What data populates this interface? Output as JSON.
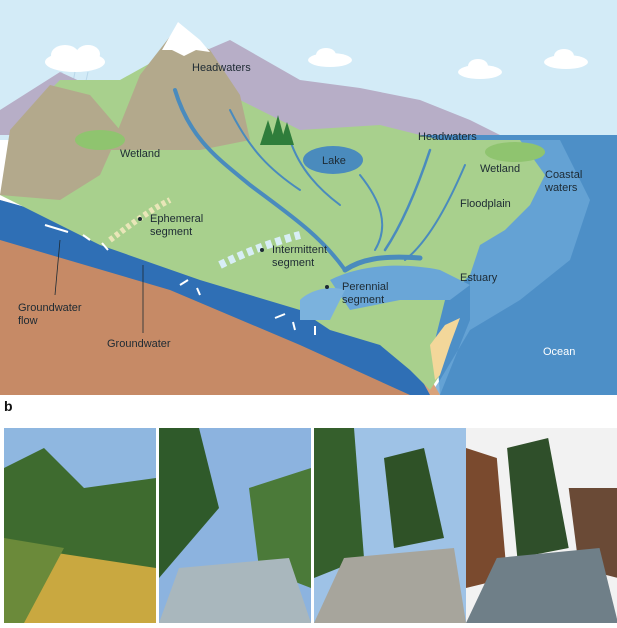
{
  "panel_a": {
    "labels": {
      "headwaters_top": "Headwaters",
      "headwaters_right": "Headwaters",
      "wetland_left": "Wetland",
      "wetland_right": "Wetland",
      "lake": "Lake",
      "coastal_waters_1": "Coastal",
      "coastal_waters_2": "waters",
      "floodplain": "Floodplain",
      "ephemeral_1": "Ephemeral",
      "ephemeral_2": "segment",
      "intermittent_1": "Intermittent",
      "intermittent_2": "segment",
      "estuary": "Estuary",
      "perennial_1": "Perennial",
      "perennial_2": "segment",
      "groundwater_flow_1": "Groundwater",
      "groundwater_flow_2": "flow",
      "groundwater": "Groundwater",
      "ocean": "Ocean"
    }
  },
  "panel_b": {
    "label": "b",
    "photos": [
      {
        "name": "stream-photo-1",
        "water": "#c9a840"
      },
      {
        "name": "stream-photo-2",
        "water": "#a9b7bd"
      },
      {
        "name": "stream-photo-3",
        "water": "#a7a59c"
      },
      {
        "name": "stream-photo-4",
        "water": "#6f7f88"
      }
    ]
  },
  "colors": {
    "sky": "#cfe8f5",
    "land": "#a8d08d",
    "mountain": "#b3a98c",
    "river": "#4a8bbd",
    "groundwater": "#2f6fb5",
    "ocean": "#4d8fc7"
  }
}
